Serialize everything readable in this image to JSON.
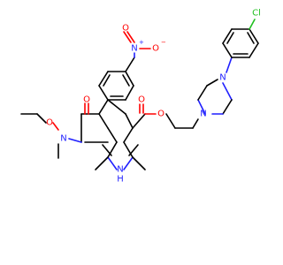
{
  "colors": {
    "carbon": "#000000",
    "nitrogen": "#1f1fff",
    "oxygen": "#ff0000",
    "chlorine": "#1fbf1f",
    "background": "#ffffff"
  },
  "labels": {
    "nitro_n": "N",
    "nitro_plus": "+",
    "nitro_o1": "O",
    "nitro_o2": "O",
    "nitro_minus": "−",
    "ring_nh": "N",
    "ring_h": "H",
    "amide_n": "N",
    "amide_o": "O",
    "ethoxy_o": "O",
    "ester_o_carbonyl": "O",
    "ester_o": "O",
    "pip_n1": "N",
    "pip_n2": "N",
    "chloro": "Cl"
  }
}
